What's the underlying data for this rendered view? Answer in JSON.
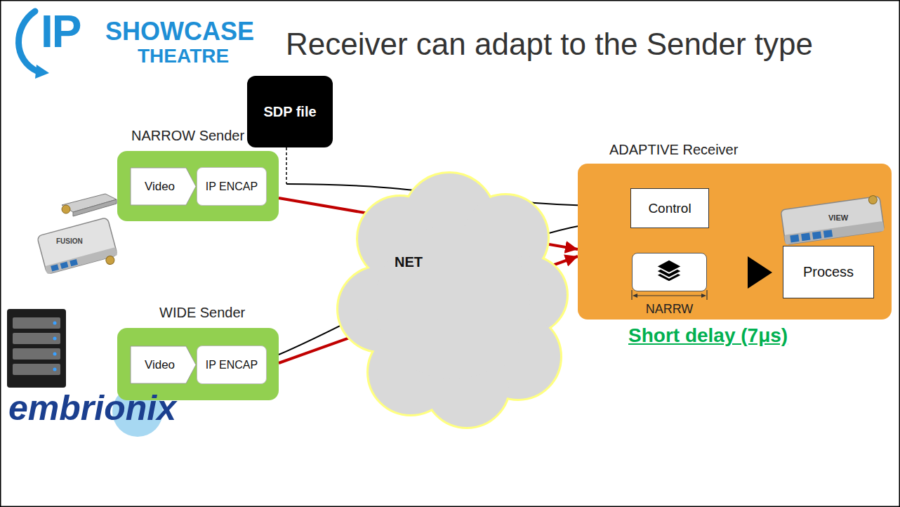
{
  "diagram": {
    "title": "Receiver can adapt to the Sender type",
    "nodes": [
      {
        "text": [
          "SDP file"
        ]
      },
      {
        "text": [
          "NARROW Sender"
        ]
      },
      {
        "text": [
          "Video"
        ],
        "in": 1
      },
      {
        "text": [
          "IP ENCAP"
        ],
        "in": 1
      },
      {
        "text": [
          "WIDE Sender"
        ]
      },
      {
        "text": [
          "Video"
        ],
        "in": 4
      },
      {
        "text": [
          "IP ENCAP"
        ],
        "in": 4
      },
      {
        "text": [
          "NET"
        ]
      },
      {
        "text": [
          "ADAPTIVE Receiver"
        ]
      },
      {
        "text": [
          "Control"
        ],
        "in": 8
      },
      {
        "text": [
          "NARRW"
        ],
        "in": 8
      },
      {
        "text": [
          "Process"
        ],
        "in": 8
      }
    ],
    "edges": [
      {
        "from": 0,
        "to": 9,
        "arrow": "to"
      },
      {
        "from": 1,
        "to": 8,
        "arrow": "to"
      },
      {
        "from": 4,
        "to": 9,
        "arrow": "to"
      },
      {
        "from": 4,
        "to": 8,
        "arrow": "to"
      },
      {
        "from": 9,
        "to": 10,
        "arrow": "to"
      }
    ],
    "labels": [
      "IP",
      "SHOWCASE",
      "THEATRE",
      "FUSION",
      "VIEW",
      "Short delay (7μs)",
      "embrionix"
    ]
  }
}
